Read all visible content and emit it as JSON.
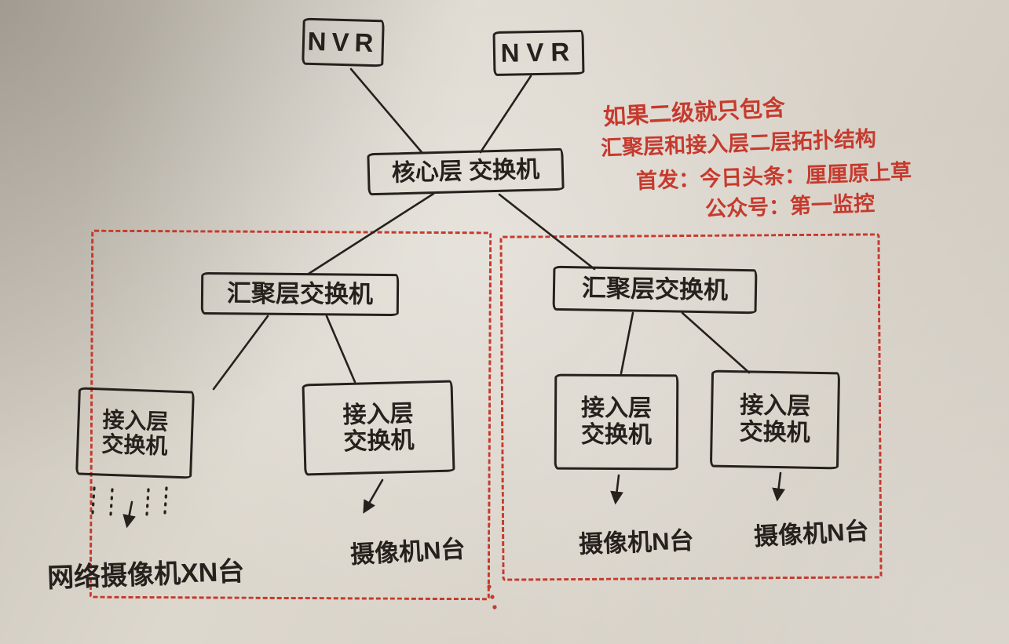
{
  "nodes": {
    "nvr1": {
      "label": "NVR"
    },
    "nvr2": {
      "label": "NVR"
    },
    "core": {
      "label": "核心层 交换机"
    },
    "agg_left": {
      "label": "汇聚层交换机"
    },
    "agg_right": {
      "label": "汇聚层交换机"
    },
    "access_left_1": {
      "line1": "接入层",
      "line2": "交换机"
    },
    "access_left_2": {
      "line1": "接入层",
      "line2": "交换机"
    },
    "access_right_1": {
      "line1": "接入层",
      "line2": "交换机"
    },
    "access_right_2": {
      "line1": "接入层",
      "line2": "交换机"
    }
  },
  "camera_labels": {
    "left_group": "网络摄像机XN台",
    "left_single": "摄像机N台",
    "right_1": "摄像机N台",
    "right_2": "摄像机N台"
  },
  "annotation": {
    "line1": "如果二级就只包含",
    "line2": "汇聚层和接入层二层拓扑结构",
    "line3": "首发：今日头条：厘厘原上草",
    "line4": "公众号：第一监控"
  },
  "colors": {
    "ink": "#26211d",
    "red": "#c63a2e",
    "paper": "#d8d2c8"
  }
}
